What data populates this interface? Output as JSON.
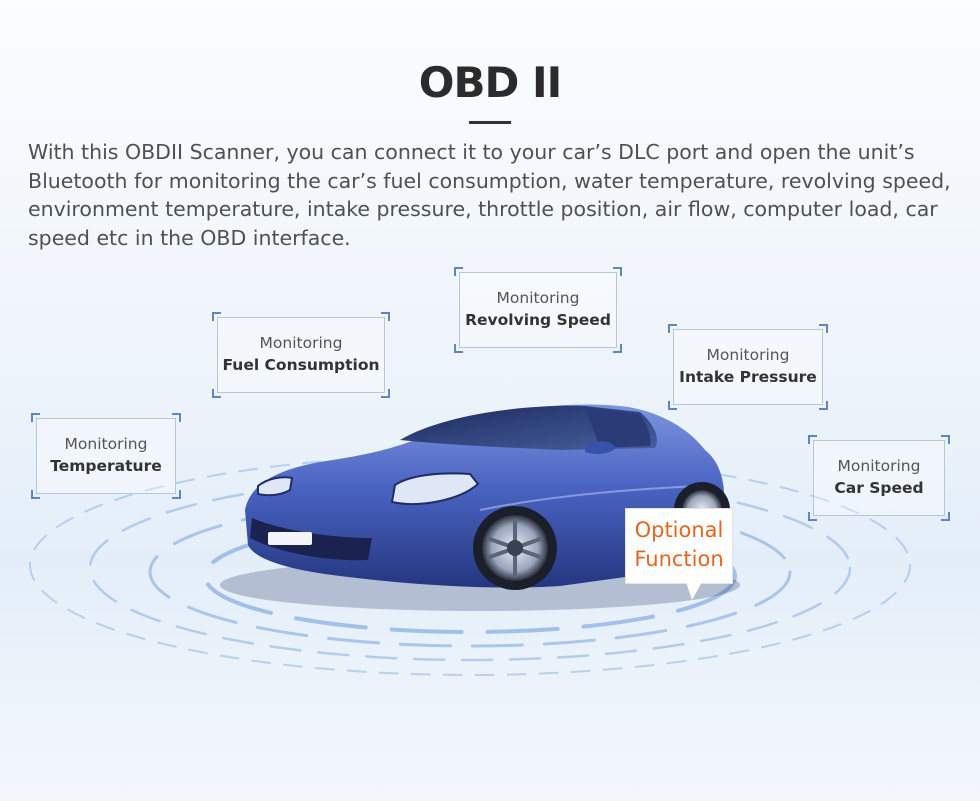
{
  "header": {
    "title": "OBD II"
  },
  "description": "With this OBDII Scanner, you can connect it to your car’s DLC port and open the unit’s Bluetooth for monitoring the car’s fuel consumption, water temperature, revolving speed, environment temperature, intake pressure, throttle position, air flow, computer load, car speed etc in the OBD interface.",
  "features": [
    {
      "line1": "Monitoring",
      "line2": "Temperature"
    },
    {
      "line1": "Monitoring",
      "line2": "Fuel Consumption"
    },
    {
      "line1": "Monitoring",
      "line2": "Revolving Speed"
    },
    {
      "line1": "Monitoring",
      "line2": "Intake Pressure"
    },
    {
      "line1": "Monitoring",
      "line2": "Car Speed"
    }
  ],
  "optional": {
    "line1": "Optional",
    "line2": "Function"
  },
  "colors": {
    "accent_orange": "#e8641f",
    "car_blue": "#3f5bb8",
    "frame_corner": "#5f86c4"
  }
}
